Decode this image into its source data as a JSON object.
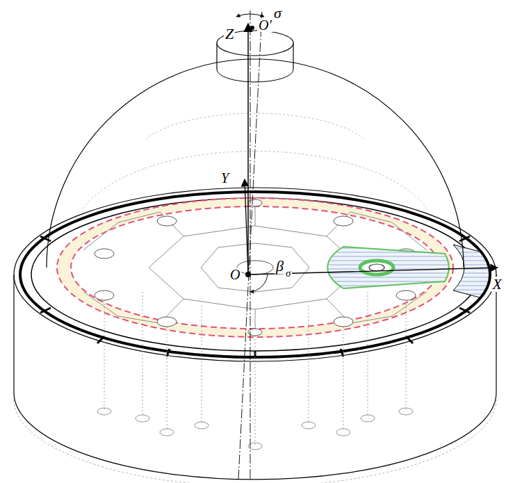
{
  "diagram": {
    "labels": [
      "Z",
      "σ",
      "O′",
      "Y",
      "O",
      "β",
      "σ",
      "X"
    ]
  }
}
